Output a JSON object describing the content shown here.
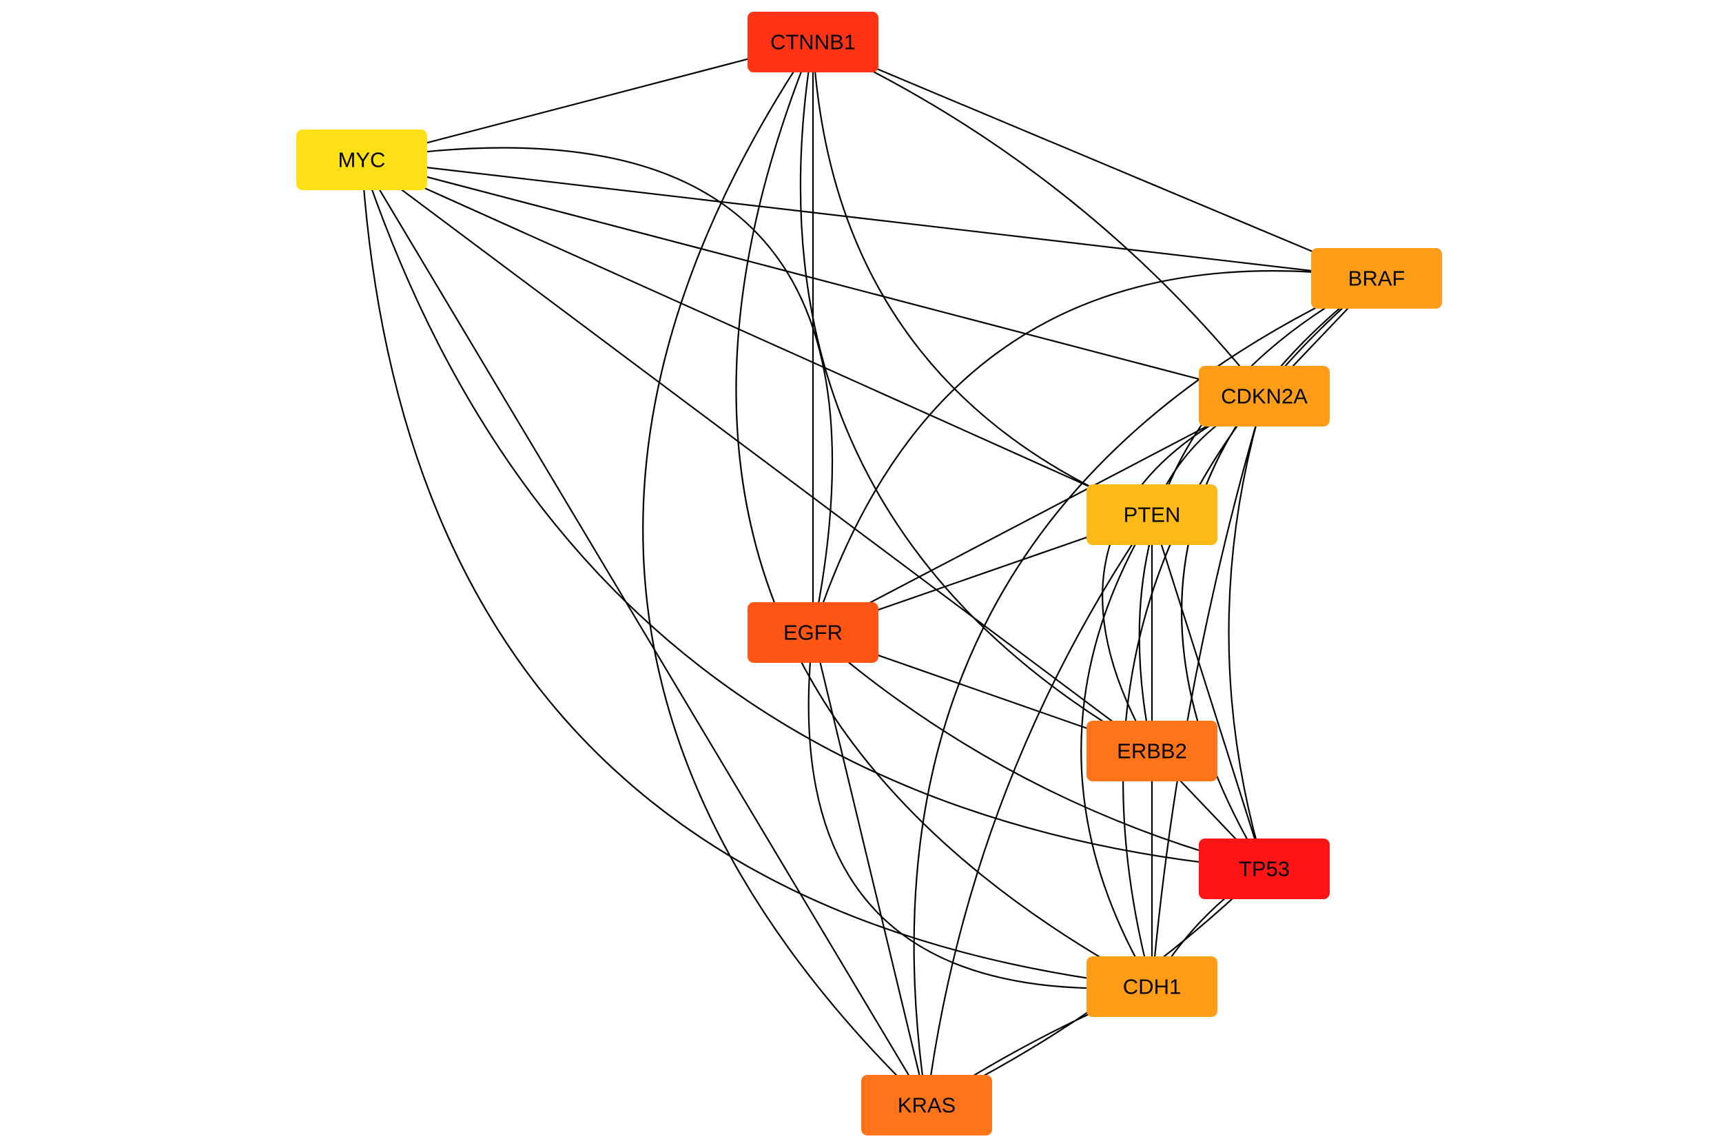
{
  "nodes": [
    {
      "id": "CTNNB1",
      "label": "CTNNB1",
      "color": "#FF3416"
    },
    {
      "id": "MYC",
      "label": "MYC",
      "color": "#FDE016"
    },
    {
      "id": "BRAF",
      "label": "BRAF",
      "color": "#FF9C18"
    },
    {
      "id": "CDKN2A",
      "label": "CDKN2A",
      "color": "#FF9C18"
    },
    {
      "id": "PTEN",
      "label": "PTEN",
      "color": "#FDB915"
    },
    {
      "id": "EGFR",
      "label": "EGFR",
      "color": "#FF5616"
    },
    {
      "id": "ERBB2",
      "label": "ERBB2",
      "color": "#FF7418"
    },
    {
      "id": "TP53",
      "label": "TP53",
      "color": "#FF1416"
    },
    {
      "id": "CDH1",
      "label": "CDH1",
      "color": "#FF9C18"
    },
    {
      "id": "KRAS",
      "label": "KRAS",
      "color": "#FF7418"
    }
  ],
  "edges": [
    [
      "CTNNB1",
      "MYC"
    ],
    [
      "CTNNB1",
      "BRAF"
    ],
    [
      "CTNNB1",
      "CDKN2A"
    ],
    [
      "CTNNB1",
      "PTEN"
    ],
    [
      "CTNNB1",
      "EGFR"
    ],
    [
      "CTNNB1",
      "ERBB2"
    ],
    [
      "CTNNB1",
      "CDH1"
    ],
    [
      "CTNNB1",
      "KRAS"
    ],
    [
      "MYC",
      "BRAF"
    ],
    [
      "MYC",
      "CDKN2A"
    ],
    [
      "MYC",
      "PTEN"
    ],
    [
      "MYC",
      "EGFR"
    ],
    [
      "MYC",
      "ERBB2"
    ],
    [
      "MYC",
      "TP53"
    ],
    [
      "MYC",
      "CDH1"
    ],
    [
      "MYC",
      "KRAS"
    ],
    [
      "BRAF",
      "CDKN2A"
    ],
    [
      "BRAF",
      "EGFR"
    ],
    [
      "BRAF",
      "ERBB2"
    ],
    [
      "BRAF",
      "TP53"
    ],
    [
      "BRAF",
      "CDH1"
    ],
    [
      "BRAF",
      "KRAS"
    ],
    [
      "CDKN2A",
      "PTEN"
    ],
    [
      "CDKN2A",
      "EGFR"
    ],
    [
      "CDKN2A",
      "ERBB2"
    ],
    [
      "CDKN2A",
      "TP53"
    ],
    [
      "CDKN2A",
      "CDH1"
    ],
    [
      "PTEN",
      "EGFR"
    ],
    [
      "PTEN",
      "ERBB2"
    ],
    [
      "PTEN",
      "TP53"
    ],
    [
      "PTEN",
      "CDH1"
    ],
    [
      "PTEN",
      "KRAS"
    ],
    [
      "EGFR",
      "ERBB2"
    ],
    [
      "EGFR",
      "TP53"
    ],
    [
      "EGFR",
      "CDH1"
    ],
    [
      "EGFR",
      "KRAS"
    ],
    [
      "ERBB2",
      "TP53"
    ],
    [
      "ERBB2",
      "CDH1"
    ],
    [
      "TP53",
      "CDH1"
    ],
    [
      "TP53",
      "KRAS"
    ],
    [
      "CDH1",
      "KRAS"
    ]
  ]
}
